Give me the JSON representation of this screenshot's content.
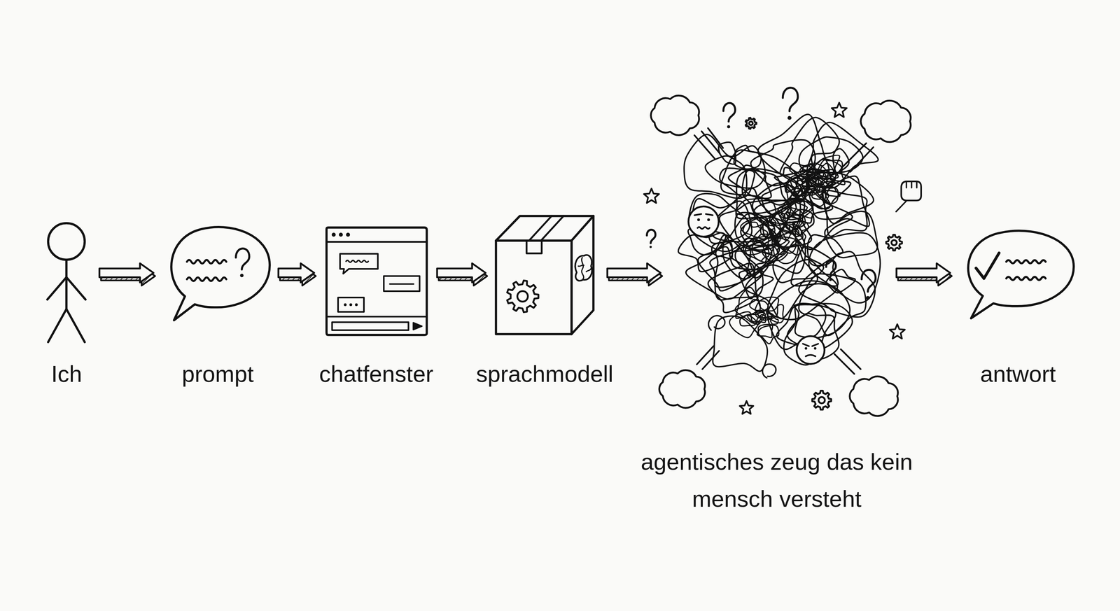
{
  "diagram": {
    "nodes": [
      {
        "text": [
          "Ich"
        ]
      },
      {
        "text": [
          "prompt"
        ]
      },
      {
        "text": [
          "chatfenster"
        ]
      },
      {
        "text": [
          "sprachmodell"
        ]
      },
      {
        "text": [
          "agentisches zeug das kein mensch versteht"
        ]
      },
      {
        "text": [
          "antwort"
        ]
      }
    ],
    "edges": [
      {
        "from": 0,
        "to": 1,
        "arrow": "to"
      },
      {
        "from": 1,
        "to": 2,
        "arrow": "to"
      },
      {
        "from": 2,
        "to": 3,
        "arrow": "to"
      },
      {
        "from": 3,
        "to": 4,
        "arrow": "to"
      },
      {
        "from": 4,
        "to": 5,
        "arrow": "to"
      }
    ]
  }
}
